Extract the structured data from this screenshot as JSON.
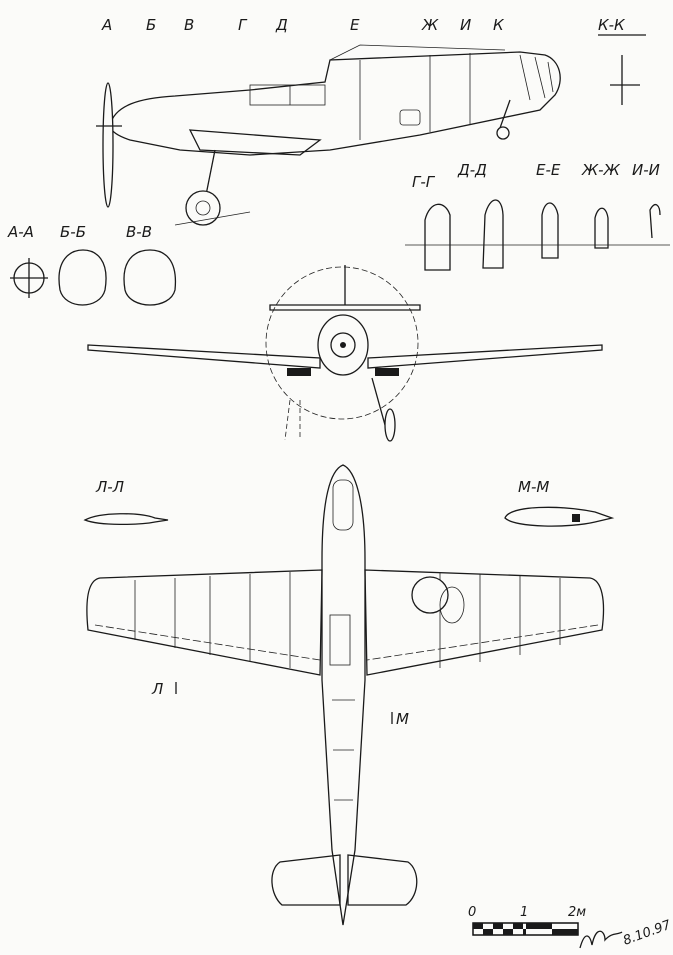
{
  "stations": [
    "А",
    "Б",
    "В",
    "Г",
    "Д",
    "Е",
    "Ж",
    "И",
    "К"
  ],
  "sections": {
    "kk": "К-К",
    "gg": "Г-Г",
    "dd": "Д-Д",
    "ee": "Е-Е",
    "zhzh": "Ж-Ж",
    "ii": "И-И",
    "aa": "А-А",
    "bb": "Б-Б",
    "vv": "В-В",
    "ll": "Л-Л",
    "mm": "М-М"
  },
  "cut_marks": {
    "l": "Л",
    "m": "М"
  },
  "scale": {
    "zero": "0",
    "one": "1",
    "two": "2м"
  },
  "signature_date": "8.10.97"
}
